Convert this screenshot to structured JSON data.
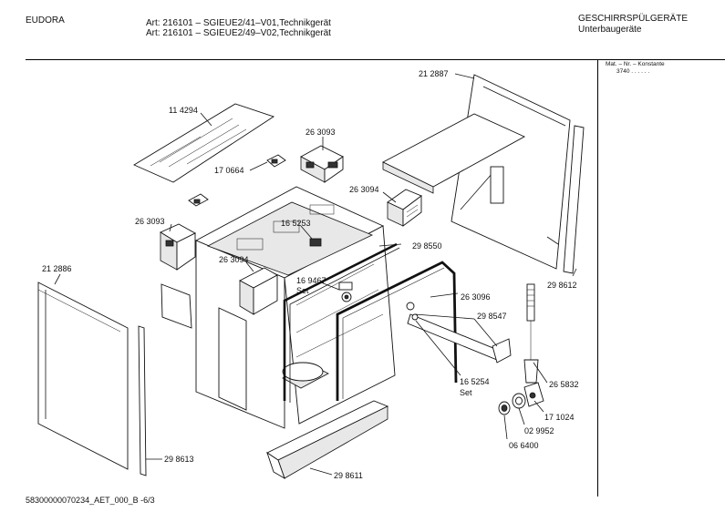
{
  "header": {
    "brand": "EUDORA",
    "article_line1": "Art: 216101 – SGIEUE2/41–V01,Technikgerät",
    "article_line2": "Art: 216101 – SGIEUE2/49–V02,Technikgerät",
    "category": "GESCHIRRSPÜLGERÄTE",
    "subcategory": "Unterbaugeräte"
  },
  "side_panel": {
    "title": "Mat. – Nr. – Konstante",
    "value": "3740 . . . . . ."
  },
  "labels": {
    "p212887": "21 2887",
    "p114294": "11 4294",
    "p263093a": "26 3093",
    "p170664": "17 0664",
    "p263094a": "26 3094",
    "p263093b": "26 3093",
    "p165253": "16 5253",
    "p298550": "29 8550",
    "p212886": "21 2886",
    "p263094b": "26 3094",
    "p169467": "16 9467",
    "set1": "Set",
    "p263096": "26 3096",
    "p298612": "29 8612",
    "p298547": "29 8547",
    "p165254": "16 5254",
    "set2": "Set",
    "p265832": "26 5832",
    "p171024": "17 1024",
    "p029952": "02 9952",
    "p066400": "06 6400",
    "p298613": "29 8613",
    "p298611": "29 8611"
  },
  "footer": {
    "code": "58300000070234_AET_000_B -6/3"
  }
}
